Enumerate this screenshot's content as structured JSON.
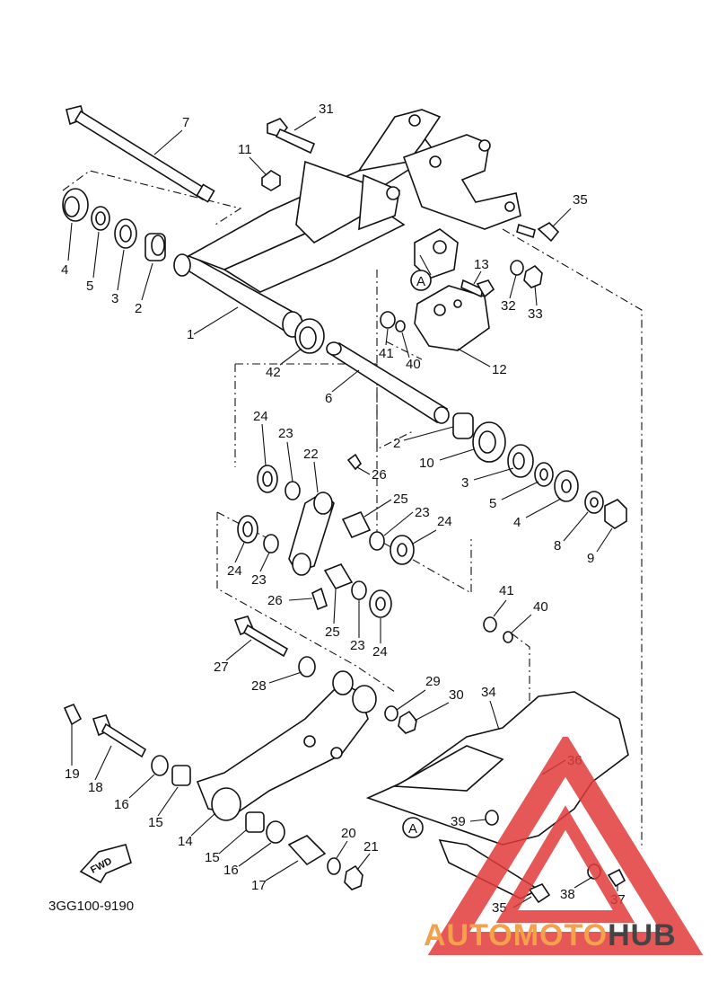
{
  "diagram": {
    "code": "3GG100-9190",
    "fwd_label": "FWD",
    "callouts": {
      "p1": "1",
      "p2a": "2",
      "p2b": "2",
      "p3a": "3",
      "p3b": "3",
      "p4a": "4",
      "p4b": "4",
      "p5a": "5",
      "p5b": "5",
      "p6": "6",
      "p7": "7",
      "p8": "8",
      "p9": "9",
      "p10": "10",
      "p11": "11",
      "p12": "12",
      "p13": "13",
      "p14": "14",
      "p15a": "15",
      "p15b": "15",
      "p16a": "16",
      "p16b": "16",
      "p17": "17",
      "p18": "18",
      "p19": "19",
      "p20": "20",
      "p21": "21",
      "p22": "22",
      "p23a": "23",
      "p23b": "23",
      "p23c": "23",
      "p23d": "23",
      "p24a": "24",
      "p24b": "24",
      "p24c": "24",
      "p24d": "24",
      "p25a": "25",
      "p25b": "25",
      "p26a": "26",
      "p26b": "26",
      "p27": "27",
      "p28": "28",
      "p29": "29",
      "p30": "30",
      "p31": "31",
      "p32": "32",
      "p33": "33",
      "p34": "34",
      "p35a": "35",
      "p35b": "35",
      "p36": "36",
      "p37": "37",
      "p38": "38",
      "p39": "39",
      "p40a": "40",
      "p40b": "40",
      "p41a": "41",
      "p41b": "41",
      "p42": "42",
      "refA1": "A",
      "refA2": "A"
    }
  },
  "watermark": {
    "brand_part1": "AUTOMOTO",
    "brand_part2": "HUB",
    "colors": {
      "triangle": "#e23b3b",
      "text_orange": "#f3a14b",
      "text_dark": "#444444"
    }
  }
}
